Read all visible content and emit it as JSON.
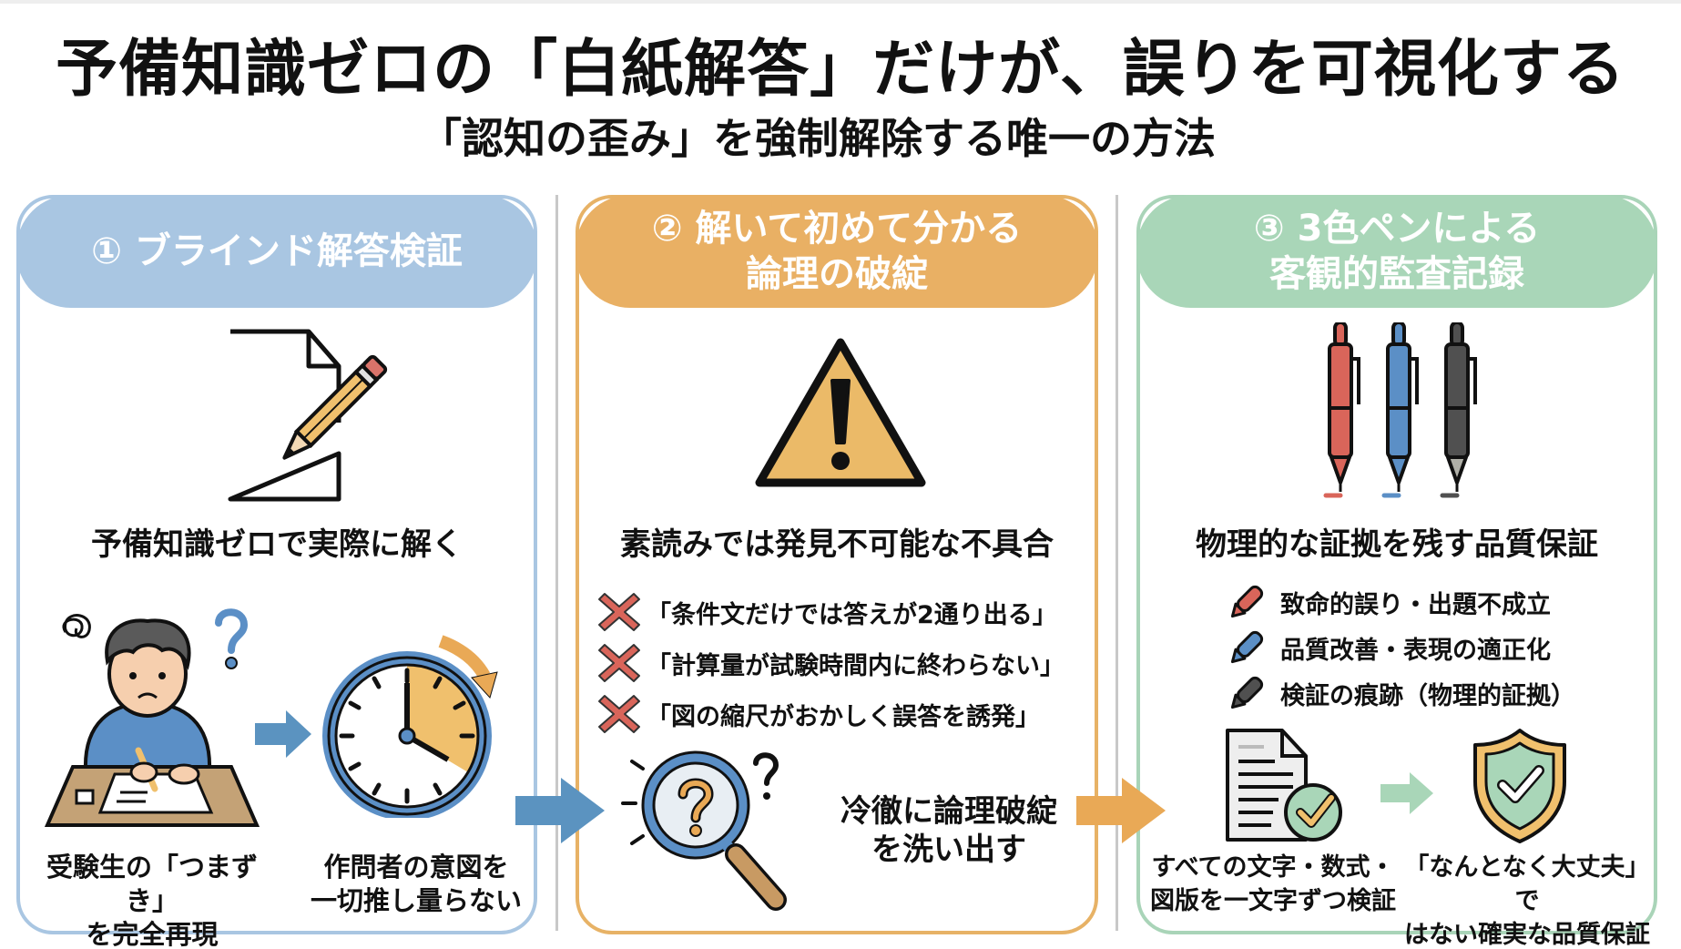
{
  "header": {
    "title": "予備知識ゼロの「白紙解答」だけが、誤りを可視化する",
    "subtitle": "「認知の歪み」を強制解除する唯一の方法"
  },
  "panels": [
    {
      "heading": "① ブラインド解答検証",
      "color": "#a9c6e2",
      "main_caption": "予備知識ゼロで実際に解く",
      "sub_captions": [
        {
          "line1": "受験生の「つまずき」",
          "line2": "を完全再現"
        },
        {
          "line1": "作問者の意図を",
          "line2": "一切推し量らない"
        }
      ],
      "icons": [
        "blank-paper-pencil-icon",
        "confused-student-icon",
        "arrow-right-icon",
        "clock-icon"
      ]
    },
    {
      "heading_line1": "② 解いて初めて分かる",
      "heading_line2": "論理の破綻",
      "color": "#e9b064",
      "main_caption": "素読みでは発見不可能な不具合",
      "issues": [
        "「条件文だけでは答えが2通り出る」",
        "「計算量が試験時間内に終わらない」",
        "「図の縮尺がおかしく誤答を誘発」"
      ],
      "bottom_caption_line1": "冷徹に論理破綻",
      "bottom_caption_line2": "を洗い出す",
      "icons": [
        "warning-triangle-icon",
        "x-mark-icon",
        "magnifier-question-icon"
      ]
    },
    {
      "heading_line1": "③ 3色ペンによる",
      "heading_line2": "客観的監査記録",
      "color": "#a9d6b8",
      "main_caption": "物理的な証拠を残す品質保証",
      "pens": [
        {
          "color": "#d9655a",
          "label": "致命的誤り・出題不成立"
        },
        {
          "color": "#5b8fc6",
          "label": "品質改善・表現の適正化"
        },
        {
          "color": "#505050",
          "label": "検証の痕跡（物理的証拠）"
        }
      ],
      "sub_captions": [
        {
          "line1": "すべての文字・数式・",
          "line2": "図版を一文字ずつ検証"
        },
        {
          "line1": "「なんとなく大丈夫」で",
          "line2": "はない確実な品質保証"
        }
      ],
      "icons": [
        "three-pens-icon",
        "document-check-icon",
        "arrow-right-icon",
        "shield-check-icon"
      ]
    }
  ],
  "flow_arrows": [
    {
      "from": 1,
      "to": 2,
      "color": "#5b93c0"
    },
    {
      "from": 2,
      "to": 3,
      "color": "#e9a956"
    }
  ],
  "colors": {
    "blue": "#5b93c0",
    "orange": "#e9b064",
    "green": "#a9d6b8",
    "red": "#d9655a",
    "dark": "#111111"
  }
}
